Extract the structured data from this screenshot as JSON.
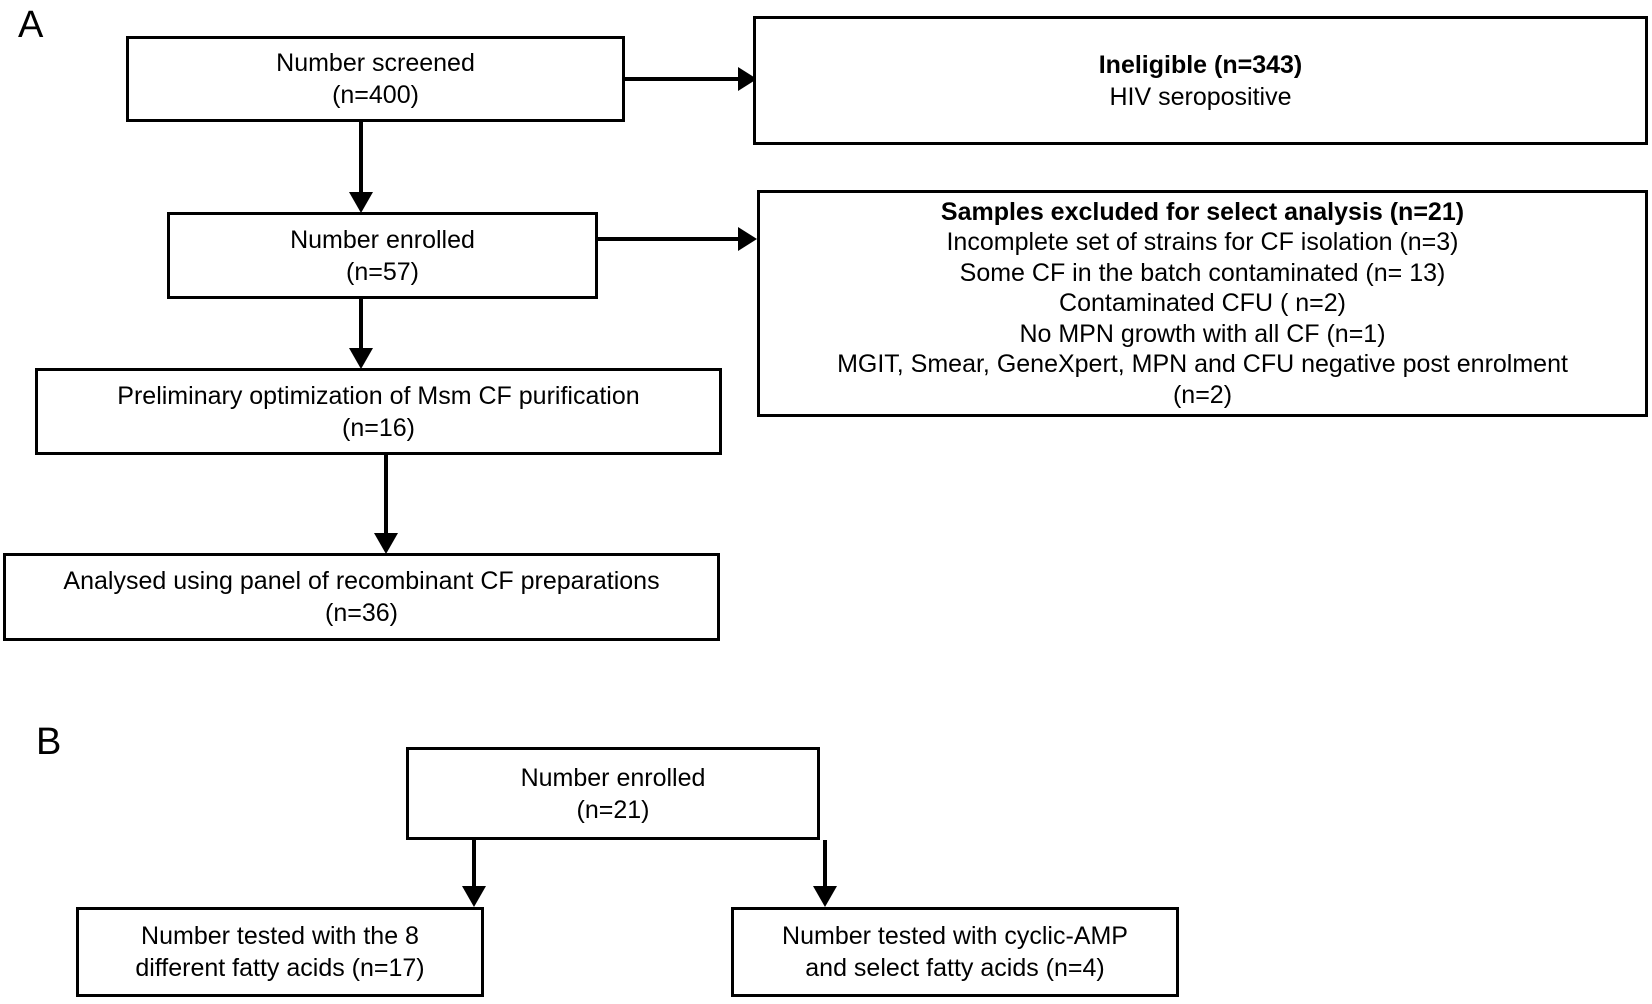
{
  "figure": {
    "type": "flowchart",
    "panels": [
      {
        "letter": "A",
        "nodes": [
          {
            "id": "screened",
            "lines": [
              {
                "text": "Number screened",
                "bold": false
              },
              {
                "text": "(n=400)",
                "bold": false
              }
            ]
          },
          {
            "id": "ineligible",
            "lines": [
              {
                "text": "Ineligible (n=343)",
                "bold": true
              },
              {
                "text": "HIV seropositive",
                "bold": false
              }
            ]
          },
          {
            "id": "enrolled",
            "lines": [
              {
                "text": "Number enrolled",
                "bold": false
              },
              {
                "text": "(n=57)",
                "bold": false
              }
            ]
          },
          {
            "id": "excluded",
            "lines": [
              {
                "text": "Samples excluded for select analysis (n=21)",
                "bold": true
              },
              {
                "text": "Incomplete set of strains for CF isolation (n=3)",
                "bold": false
              },
              {
                "text": "Some CF in the batch contaminated (n= 13)",
                "bold": false
              },
              {
                "text": "Contaminated CFU ( n=2)",
                "bold": false
              },
              {
                "text": "No MPN growth with all CF (n=1)",
                "bold": false
              },
              {
                "text": "MGIT, Smear, GeneXpert, MPN and CFU negative post enrolment",
                "bold": false
              },
              {
                "text": "(n=2)",
                "bold": false
              }
            ]
          },
          {
            "id": "preliminary",
            "lines": [
              {
                "text": "Preliminary optimization of Msm CF purification",
                "bold": false
              },
              {
                "text": "(n=16)",
                "bold": false
              }
            ]
          },
          {
            "id": "analysed",
            "lines": [
              {
                "text": "Analysed using panel of recombinant CF preparations",
                "bold": false
              },
              {
                "text": "(n=36)",
                "bold": false
              }
            ]
          }
        ]
      },
      {
        "letter": "B",
        "nodes": [
          {
            "id": "enrolled_b",
            "lines": [
              {
                "text": "Number enrolled",
                "bold": false
              },
              {
                "text": "(n=21)",
                "bold": false
              }
            ]
          },
          {
            "id": "fatty_acids",
            "lines": [
              {
                "text": "Number tested with the 8",
                "bold": false
              },
              {
                "text": "different fatty acids (n=17)",
                "bold": false
              }
            ]
          },
          {
            "id": "camp",
            "lines": [
              {
                "text": "Number tested with cyclic-AMP",
                "bold": false
              },
              {
                "text": "and select fatty acids  (n=4)",
                "bold": false
              }
            ]
          }
        ]
      }
    ]
  },
  "colors": {
    "line": "#000000",
    "background": "#ffffff",
    "text": "#000000"
  }
}
